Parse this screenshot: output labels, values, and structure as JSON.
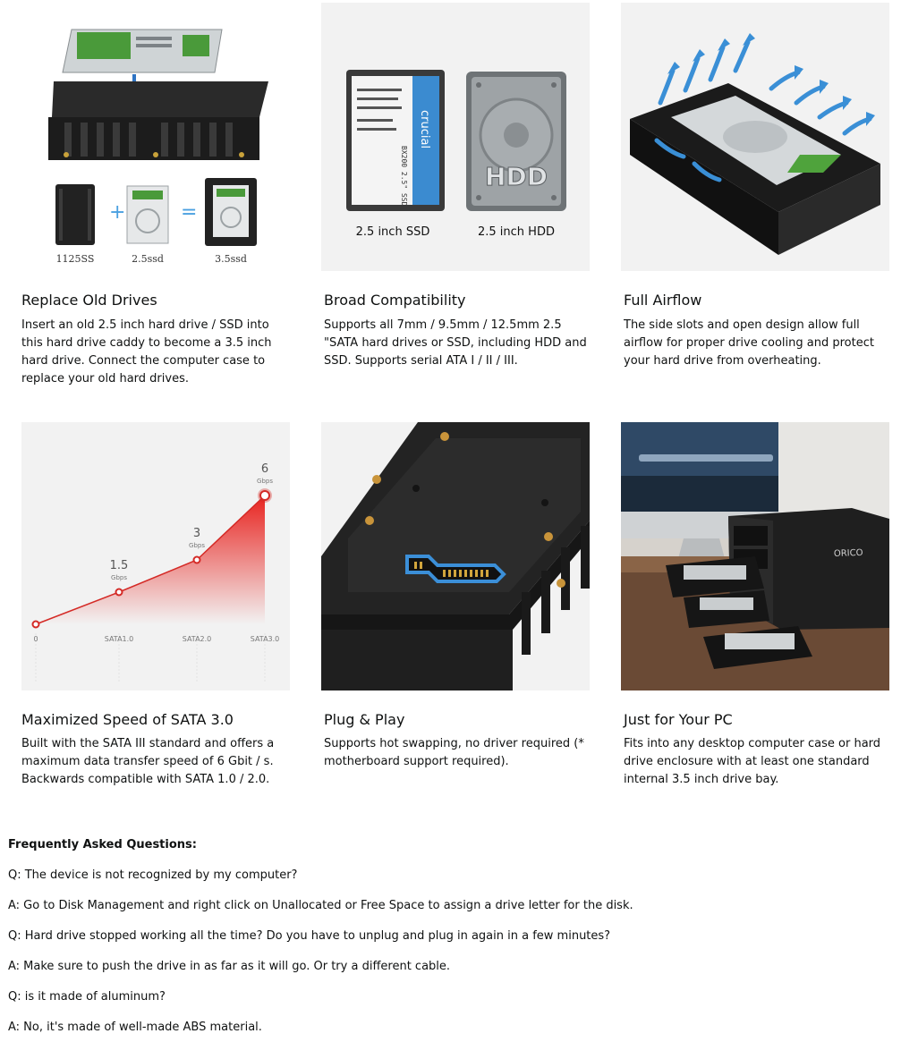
{
  "features": [
    {
      "title": "Replace Old Drives",
      "description": "Insert an old 2.5 inch hard drive / SSD into this hard drive caddy to become a 3.5 inch hard drive. Connect the computer case to replace your old hard drives.",
      "image_labels": [
        "1125SS",
        "2.5ssd",
        "3.5ssd"
      ],
      "image_symbols": [
        "+",
        "="
      ]
    },
    {
      "title": "Broad Compatibility",
      "description": "Supports all 7mm / 9.5mm / 12.5mm 2.5 \"SATA hard drives or SSD, including HDD and SSD. Supports serial ATA I / II / III.",
      "image_labels": [
        "2.5 inch SSD",
        "2.5 inch HDD"
      ],
      "hdd_text": "HDD",
      "ssd_brand": "crucial",
      "ssd_model": "BX200 2.5\" SSD"
    },
    {
      "title": "Full Airflow",
      "description": "The side slots and open design allow full airflow for proper drive cooling and protect your hard drive from overheating."
    },
    {
      "title": "Maximized Speed of SATA 3.0",
      "description": "Built with the SATA III standard and offers a maximum data transfer speed of 6 Gbit / s. Backwards compatible with SATA 1.0 / 2.0."
    },
    {
      "title": "Plug & Play",
      "description": "Supports hot swapping, no driver required (* motherboard support required)."
    },
    {
      "title": "Just for Your PC",
      "description": "Fits into any desktop computer case or hard drive enclosure with at least one standard internal 3.5 inch drive bay.",
      "brand_text": "ORICO"
    }
  ],
  "chart_data": {
    "type": "area",
    "categories": [
      "0",
      "SATA1.0",
      "SATA2.0",
      "SATA3.0"
    ],
    "values": [
      0,
      1.5,
      3,
      6
    ],
    "value_labels": [
      "",
      "1.5",
      "3",
      "6"
    ],
    "unit": "Gbps",
    "ylim": [
      0,
      6
    ],
    "grid": false,
    "fill_color": "#e8231f",
    "line_color": "#d42a26"
  },
  "faq": {
    "heading": "Frequently Asked Questions:",
    "items": [
      "Q: The device is not recognized by my computer?",
      "A: Go to Disk Management and right click on Unallocated or Free Space to assign a drive letter for the disk.",
      "Q: Hard drive stopped working all the time? Do you have to unplug and plug in again in a few minutes?",
      "A: Make sure to push the drive in as far as it will go. Or try a different cable.",
      "Q: is it made of aluminum?",
      "A: No, it's made of well-made ABS material."
    ]
  }
}
